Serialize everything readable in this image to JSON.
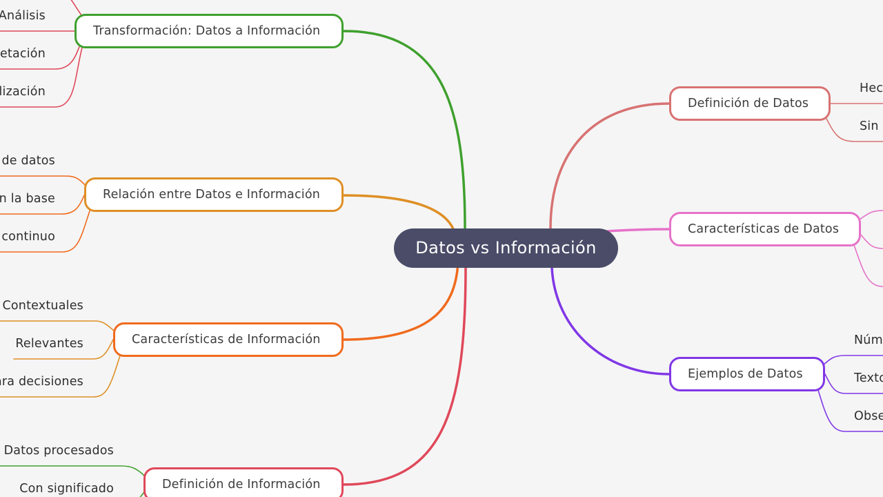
{
  "root": {
    "label": "Datos vs Información"
  },
  "branches": {
    "transformacion": {
      "label": "Transformación: Datos a Información",
      "color": "#3fa02e",
      "children": [
        "Análisis",
        "etación",
        "lización"
      ],
      "child_color": "#e0485a"
    },
    "relacion": {
      "label": "Relación entre Datos e Información",
      "color": "#de8f25",
      "children": [
        "de datos",
        "n la base",
        "continuo"
      ],
      "child_color": "#f06a1c"
    },
    "caract_info": {
      "label": "Características de Información",
      "color": "#f06a1c",
      "children": [
        "Contextuales",
        "Relevantes",
        "ara decisiones"
      ],
      "child_color": "#de8f25"
    },
    "def_info": {
      "label": "Definición de Información",
      "color": "#e0485a",
      "children": [
        "Datos procesados",
        "Con significado"
      ],
      "child_color": "#3fa02e"
    },
    "def_datos": {
      "label": "Definición de Datos",
      "color": "#d87272",
      "children": [
        "Hec",
        "Sin"
      ],
      "child_color": "#d87272"
    },
    "caract_datos": {
      "label": "Características de Datos",
      "color": "#e672c9",
      "children": [],
      "child_color": "#e672c9"
    },
    "ejemplos": {
      "label": "Ejemplos de Datos",
      "color": "#8037e6",
      "children": [
        "Núm",
        "Texto",
        "Obse"
      ],
      "child_color": "#8037e6"
    }
  }
}
